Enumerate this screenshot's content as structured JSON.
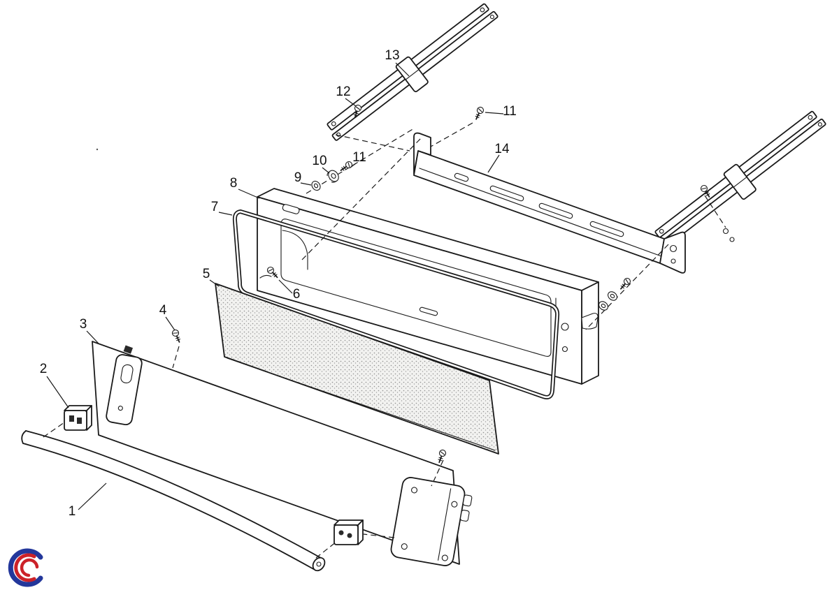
{
  "diagram": {
    "type": "exploded-parts-diagram",
    "callouts": {
      "n1": "1",
      "n2": "2",
      "n3": "3",
      "n4": "4",
      "n5": "5",
      "n6": "6",
      "n7": "7",
      "n8": "8",
      "n9": "9",
      "n10": "10",
      "n11a": "11",
      "n11b": "11",
      "n12": "12",
      "n13": "13",
      "n14": "14"
    },
    "colors": {
      "line": "#1a1a1a",
      "pad_fill": "#f2f2f0",
      "logo_blue": "#23379b",
      "logo_red": "#cc2229"
    }
  }
}
